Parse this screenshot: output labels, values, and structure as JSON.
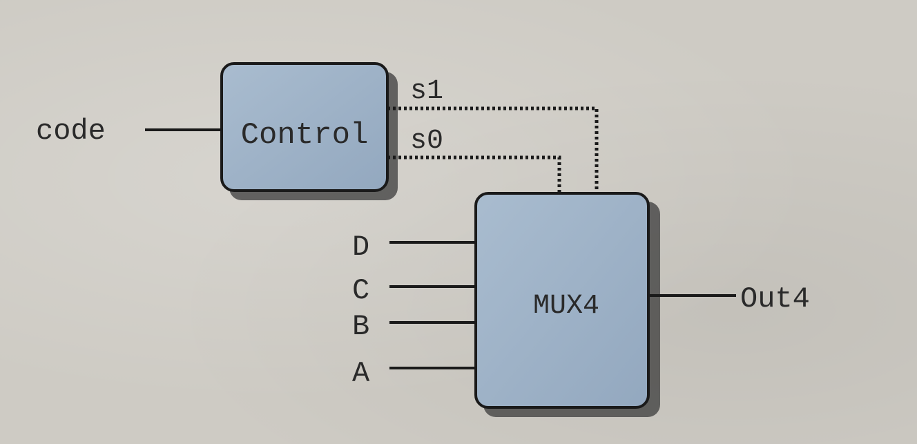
{
  "blocks": {
    "control": {
      "label": "Control"
    },
    "mux": {
      "label": "MUX4"
    }
  },
  "signals": {
    "code": "code",
    "s1": "s1",
    "s0": "s0",
    "out": "Out4",
    "inputs": [
      "D",
      "C",
      "B",
      "A"
    ]
  },
  "colors": {
    "block_fill": "#9fb3c8",
    "stroke": "#1a1a1a",
    "shadow": "#3a3a3a",
    "text": "#2a2a2a"
  }
}
